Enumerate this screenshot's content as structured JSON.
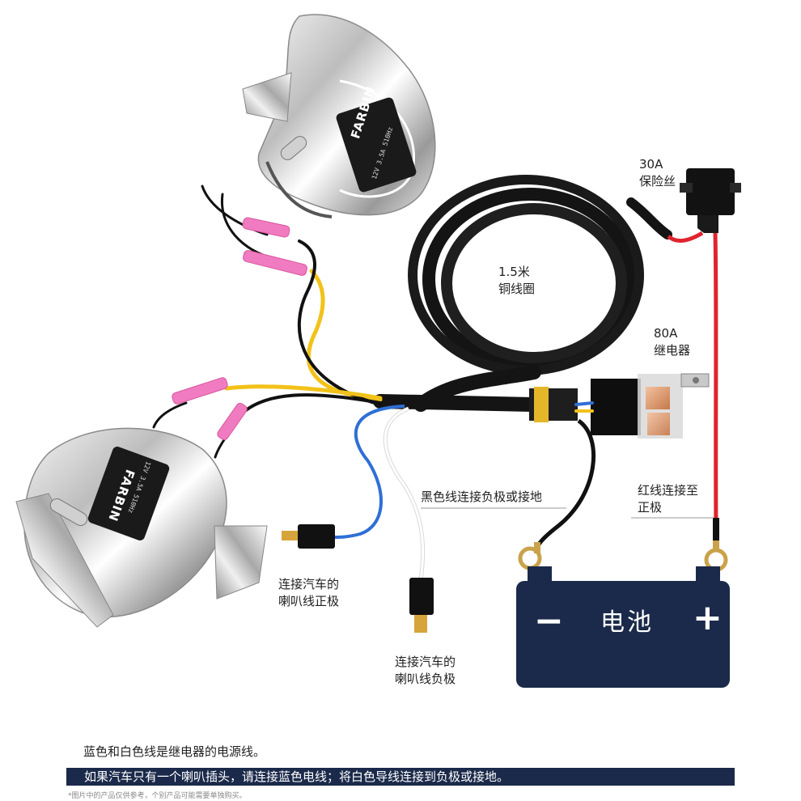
{
  "fuse": {
    "line1": "30A",
    "line2": "保险丝"
  },
  "coil": {
    "line1": "1.5米",
    "line2": "铜线圈"
  },
  "relay": {
    "line1": "80A",
    "line2": "继电器"
  },
  "black_wire_note": "黑色线连接负极或接地",
  "red_wire_note": {
    "line1": "红线连接至",
    "line2": "正极"
  },
  "horn_positive": {
    "line1": "连接汽车的",
    "line2": "喇叭线正极"
  },
  "horn_negative": {
    "line1": "连接汽车的",
    "line2": "喇叭线负极"
  },
  "battery": {
    "label": "电池",
    "minus": "−",
    "plus": "+"
  },
  "horn_brand": "FARBIN",
  "horn_rating": "12V 3.5A 510Hz",
  "note_line1": "蓝色和白色线是继电器的电源线。",
  "note_line2": "如果汽车只有一个喇叭插头，请连接蓝色电线；将白色导线连接到负极或接地。",
  "footnote": "*图片中的产品仅供参考，个别产品可能需要单独购买。",
  "colors": {
    "battery": "#1b2a4a",
    "red_wire": "#e0242e",
    "yellow_wire": "#f2c21a",
    "blue_wire": "#2f6fd6",
    "black_wire": "#111111"
  }
}
